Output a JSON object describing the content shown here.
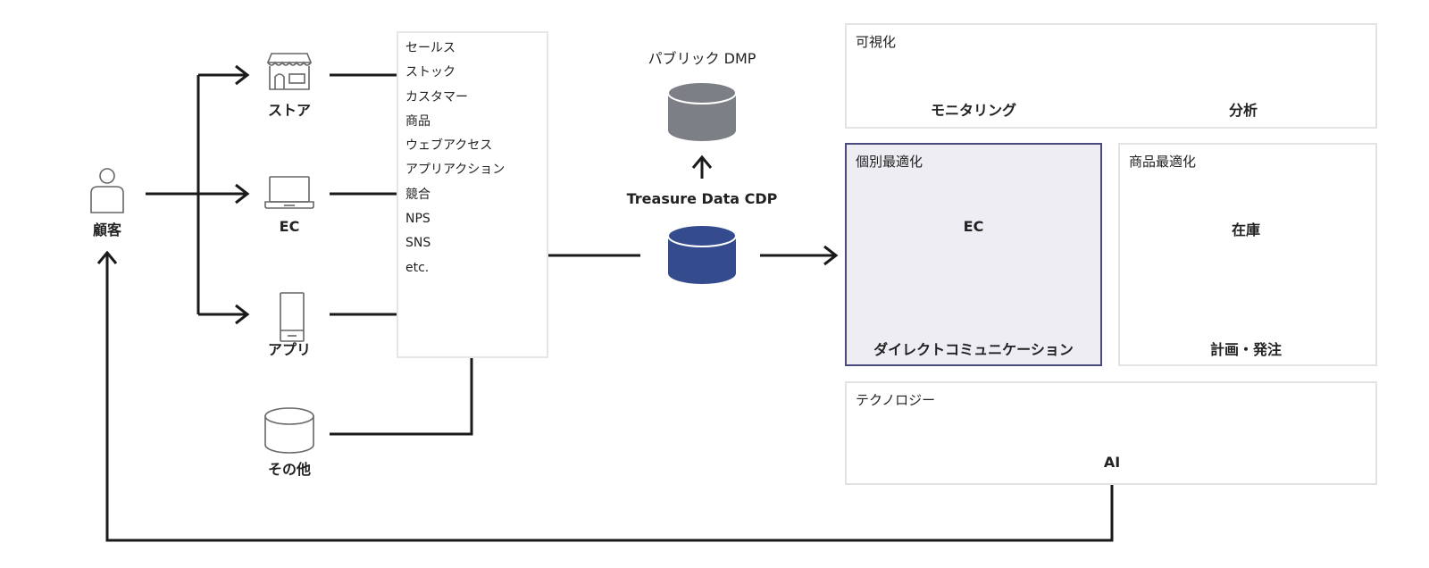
{
  "customer": {
    "label": "顧客",
    "icon": "person-icon"
  },
  "channels": [
    {
      "label": "ストア",
      "icon": "store-icon"
    },
    {
      "label": "EC",
      "icon": "laptop-icon"
    },
    {
      "label": "アプリ",
      "icon": "smartphone-icon"
    },
    {
      "label": "その他",
      "icon": "database-icon"
    }
  ],
  "data_sources": {
    "items": [
      "セールス",
      "ストック",
      "カスタマー",
      "商品",
      "ウェブアクセス",
      "アプリアクション",
      "競合",
      "NPS",
      "SNS",
      "etc."
    ]
  },
  "public_dmp": {
    "label": "パブリック DMP",
    "color": "#7c7f86"
  },
  "cdp": {
    "label": "Treasure Data CDP",
    "color": "#344c8e"
  },
  "panels": {
    "visualization": {
      "title": "可視化",
      "items": [
        {
          "label": "モニタリング",
          "icon": "monitor-chart-icon"
        },
        {
          "label": "分析",
          "icon": "analysis-magnifier-icon"
        }
      ]
    },
    "personalization": {
      "title": "個別最適化",
      "items": [
        {
          "label": "EC",
          "icon": "laptop-icon"
        },
        {
          "label": "ダイレクトコミュニケーション",
          "icon": "envelope-icon"
        }
      ],
      "highlight_color": "#4b4a7e"
    },
    "product_optimization": {
      "title": "商品最適化",
      "items": [
        {
          "label": "在庫",
          "icon": "boxes-icon"
        },
        {
          "label": "計画・発注",
          "icon": "tshirt-icon"
        }
      ]
    },
    "technology": {
      "title": "テクノロジー",
      "items": [
        {
          "label": "AI",
          "icon": "ai-head-icon"
        }
      ]
    }
  }
}
